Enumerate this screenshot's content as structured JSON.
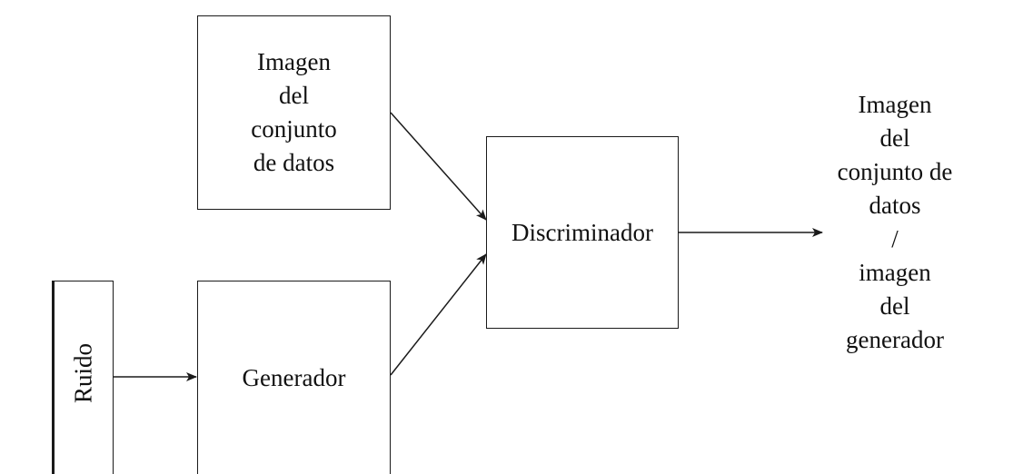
{
  "nodes": {
    "dataset_image": "Imagen\ndel\nconjunto\nde datos",
    "noise": "Ruido",
    "generator": "Generador",
    "discriminator": "Discriminador",
    "output": "Imagen\ndel\nconjunto de\ndatos\n/\nimagen\ndel\ngenerador"
  }
}
